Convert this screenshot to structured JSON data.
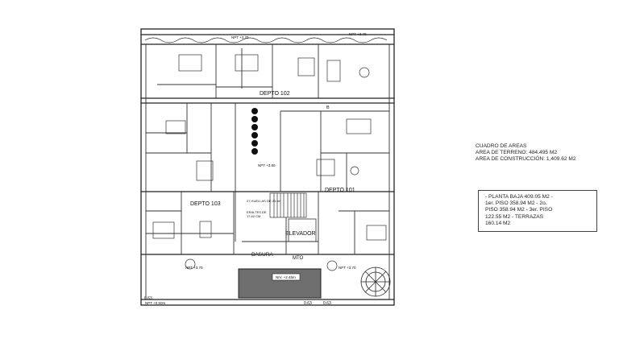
{
  "plan": {
    "units": [
      "DEPTO 102",
      "DEPTO 101",
      "DEPTO 103"
    ],
    "rooms": [
      "ELEVADOR",
      "BASURA",
      "MTO",
      "B"
    ],
    "levels": [
      "NPT +3.70",
      "NPT +3.80",
      "NPT +3.70",
      "NPT +3.70",
      "NPT +3.70",
      "NPT +0.50m",
      "NIV. +2.45m"
    ],
    "stair_notes": [
      "27 HUELLAS DE 23 cm",
      "ERALTES DE",
      "17.62 CM"
    ],
    "dims": [
      "0.63",
      "0.63",
      "0.63"
    ]
  },
  "areas": {
    "title": "CUADRO DE AREAS",
    "terreno": "AREA DE TERRENO: 484.495 M2",
    "construccion": "AREA DE CONSTRUCCIÓN: 1,409.62 M2"
  },
  "levels_box": {
    "lines": [
      "- PLANTA BAJA 409.05 M2 -",
      "1er. PISO 358.94 M2 - 2o.",
      "PISO 358.94 M2 - 3er. PISO",
      "122.55 M2 - TERRAZAS",
      "160.14 M2"
    ]
  }
}
